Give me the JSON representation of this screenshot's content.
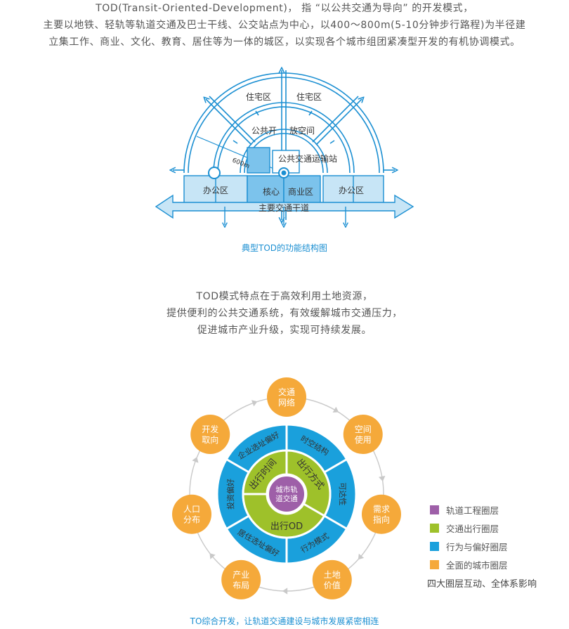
{
  "intro": {
    "line1": "TOD(Transit-Oriented-Development)， 指 “以公共交通为导向” 的开发模式，",
    "line2": "主要以地铁、轻轨等轨道交通及巴士干线、公交站点为中心，以400～800m(5-10分钟步行路程)为半径建",
    "line3": "立集工作、商业、文化、教育、居住等为一体的城区，以实现各个城市组团紧凑型开发的有机协调模式。"
  },
  "diagram1": {
    "caption": "典型TOD的功能结构图",
    "labels": {
      "residential_left": "住宅区",
      "residential_right": "住宅区",
      "public_open_left": "公共开",
      "public_open_right": "放空间",
      "radius": "600m",
      "transit_station": "公共交通运输站",
      "office_left": "办公区",
      "core": "核心",
      "commercial": "商业区",
      "office_right": "办公区",
      "main_road": "主要交通干道"
    },
    "colors": {
      "line": "#1b8fd2",
      "fill": "#c7e5f6",
      "core_fill": "#7cc3ec"
    }
  },
  "middle": {
    "line1": "TOD模式特点在于高效利用土地资源，",
    "line2": "提供便利的公共交通系统，有效缓解城市交通压力，",
    "line3": "促进城市产业升级，实现可持续发展。"
  },
  "diagram2": {
    "caption": "TO综合开发，让轨道交通建设与城市发展紧密相连",
    "center": [
      "城市轨",
      "道交通"
    ],
    "green": {
      "top_left": "出行时间",
      "top_right": "出行方式",
      "bottom": "出行OD"
    },
    "blue": {
      "top_left": "企业选址偏好",
      "top_right": "时空结构",
      "right": "可达性",
      "bottom_right": "行为模式",
      "bottom_left": "居住选址偏好",
      "left": "投资偏好"
    },
    "outer": [
      [
        "交通",
        "网络"
      ],
      [
        "空间",
        "使用"
      ],
      [
        "需求",
        "指向"
      ],
      [
        "土地",
        "价值"
      ],
      [
        "产业",
        "布局"
      ],
      [
        "人口",
        "分布"
      ],
      [
        "开发",
        "取向"
      ]
    ],
    "colors": {
      "purple": "#9e5fa8",
      "green": "#9ec12a",
      "blue": "#1aa0dc",
      "orange": "#f5a93a"
    }
  },
  "legend": {
    "items": [
      {
        "label": "轨道工程圈层",
        "color": "#9e5fa8"
      },
      {
        "label": "交通出行圈层",
        "color": "#9ec12a"
      },
      {
        "label": "行为与偏好圈层",
        "color": "#1aa0dc"
      },
      {
        "label": "全面的城市圈层",
        "color": "#f5a93a"
      }
    ],
    "note": "四大圈层互动、全体系影响"
  }
}
